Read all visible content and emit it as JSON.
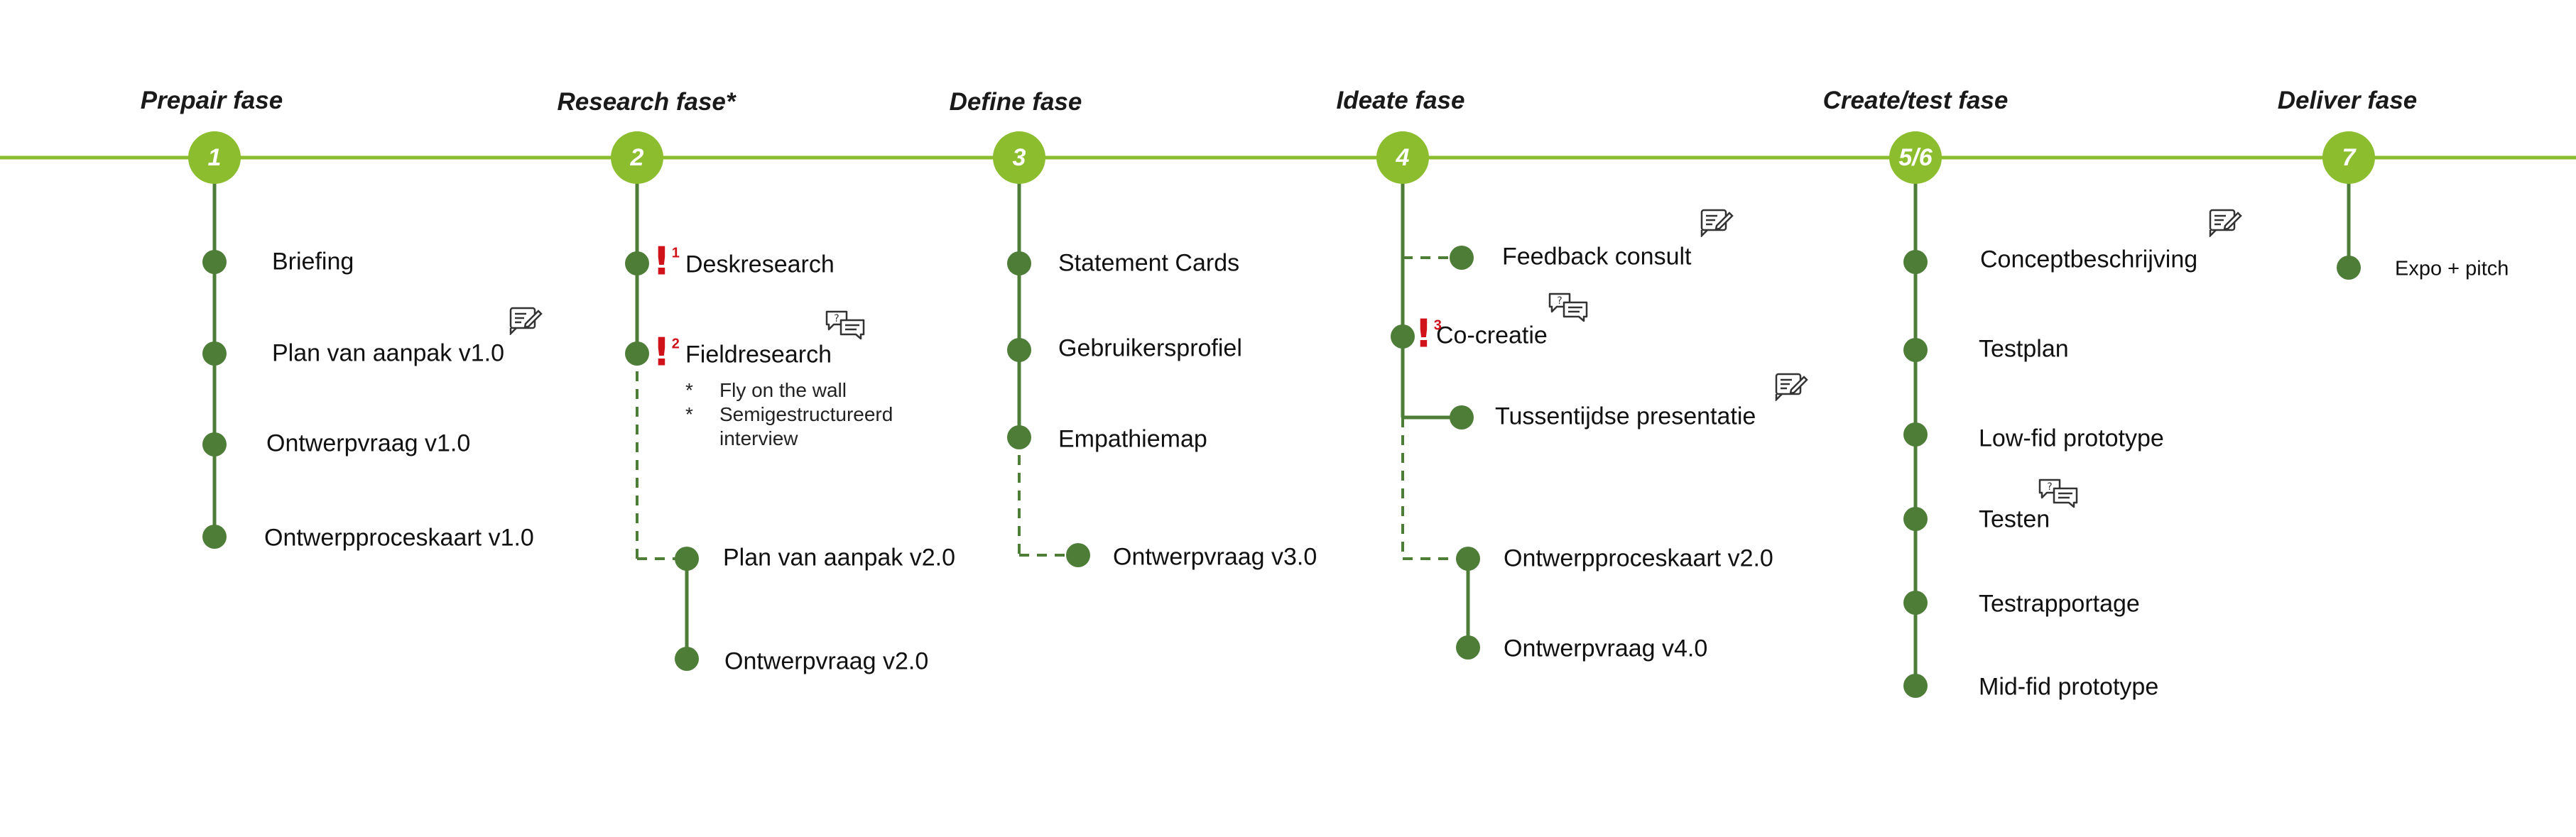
{
  "colors": {
    "line": "#8bbd2e",
    "node": "#4e7d38",
    "marker": "#d0121b"
  },
  "phases": [
    {
      "title": "Prepair fase",
      "number": "1"
    },
    {
      "title": "Research fase*",
      "number": "2"
    },
    {
      "title": "Define fase",
      "number": "3"
    },
    {
      "title": "Ideate fase",
      "number": "4"
    },
    {
      "title": "Create/test fase",
      "number": "5/6"
    },
    {
      "title": "Deliver fase",
      "number": "7"
    }
  ],
  "prepair": [
    "Briefing",
    "Plan van aanpak v1.0",
    "Ontwerpvraag v1.0",
    "Ontwerpproceskaart v1.0"
  ],
  "research": {
    "items": [
      "Deskresearch",
      "Fieldresearch",
      "Plan van aanpak v2.0",
      "Ontwerpvraag v2.0"
    ],
    "markers": [
      "1",
      "2"
    ],
    "sub_bullet": "*",
    "sub_items": [
      "Fly on the wall",
      "Semigestructureerd interview"
    ]
  },
  "define": [
    "Statement Cards",
    "Gebruikersprofiel",
    "Empathiemap",
    "Ontwerpvraag v3.0"
  ],
  "ideate": {
    "items": [
      "Feedback consult",
      "Co-creatie",
      "Tussentijdse presentatie",
      "Ontwerpproceskaart v2.0",
      "Ontwerpvraag v4.0"
    ],
    "marker": "3"
  },
  "create": [
    "Conceptbeschrijving",
    "Testplan",
    "Low-fid prototype",
    "Testen",
    "Testrapportage",
    "Mid-fid prototype"
  ],
  "deliver": [
    "Expo + pitch"
  ],
  "icons": {
    "document": "document-edit-icon",
    "conversation": "conversation-icon",
    "exclamation": "exclamation-icon"
  }
}
